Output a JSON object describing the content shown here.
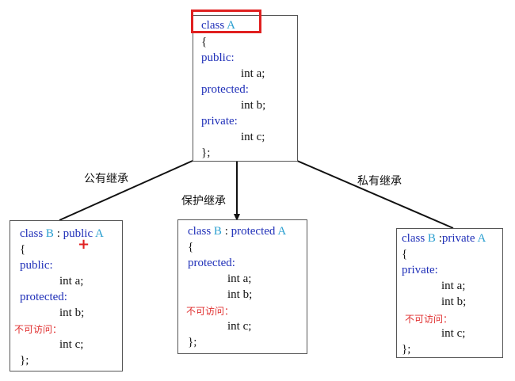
{
  "classA": {
    "kw_class": "class",
    "name": "A",
    "open": "{",
    "public": "public:",
    "member_a": "int a;",
    "protected": "protected:",
    "member_b": "int b;",
    "private": "private:",
    "member_c": "int c;",
    "close": "};"
  },
  "edges": {
    "public_label": "公有继承",
    "protected_label": "保护继承",
    "private_label": "私有继承"
  },
  "classB_public": {
    "kw_class": "class",
    "name": "B",
    "colon": ":",
    "access": "public",
    "base": "A",
    "open": "{",
    "public": "public:",
    "member_a": "int a;",
    "protected": "protected:",
    "member_b": "int b;",
    "inaccessible": "不可访问：",
    "member_c": "int c;",
    "close": "};"
  },
  "classB_protected": {
    "kw_class": "class",
    "name": "B",
    "colon": ":",
    "access": "protected",
    "base": "A",
    "open": "{",
    "protected": "protected:",
    "member_a": "int a;",
    "member_b": "int b;",
    "inaccessible": "不可访问：",
    "member_c": "int c;",
    "close": "};"
  },
  "classB_private": {
    "kw_class": "class",
    "name": "B",
    "colon": ":",
    "access": "private",
    "base": "A",
    "open": "{",
    "private": "private:",
    "member_a": "int a;",
    "member_b": "int b;",
    "inaccessible": "不可访问：",
    "member_c": "int c;",
    "close": "};"
  },
  "colors": {
    "keyword": "#1f2fb8",
    "class_name": "#2a9fd0",
    "highlight": "#e02020",
    "inaccessible": "#e03030"
  }
}
